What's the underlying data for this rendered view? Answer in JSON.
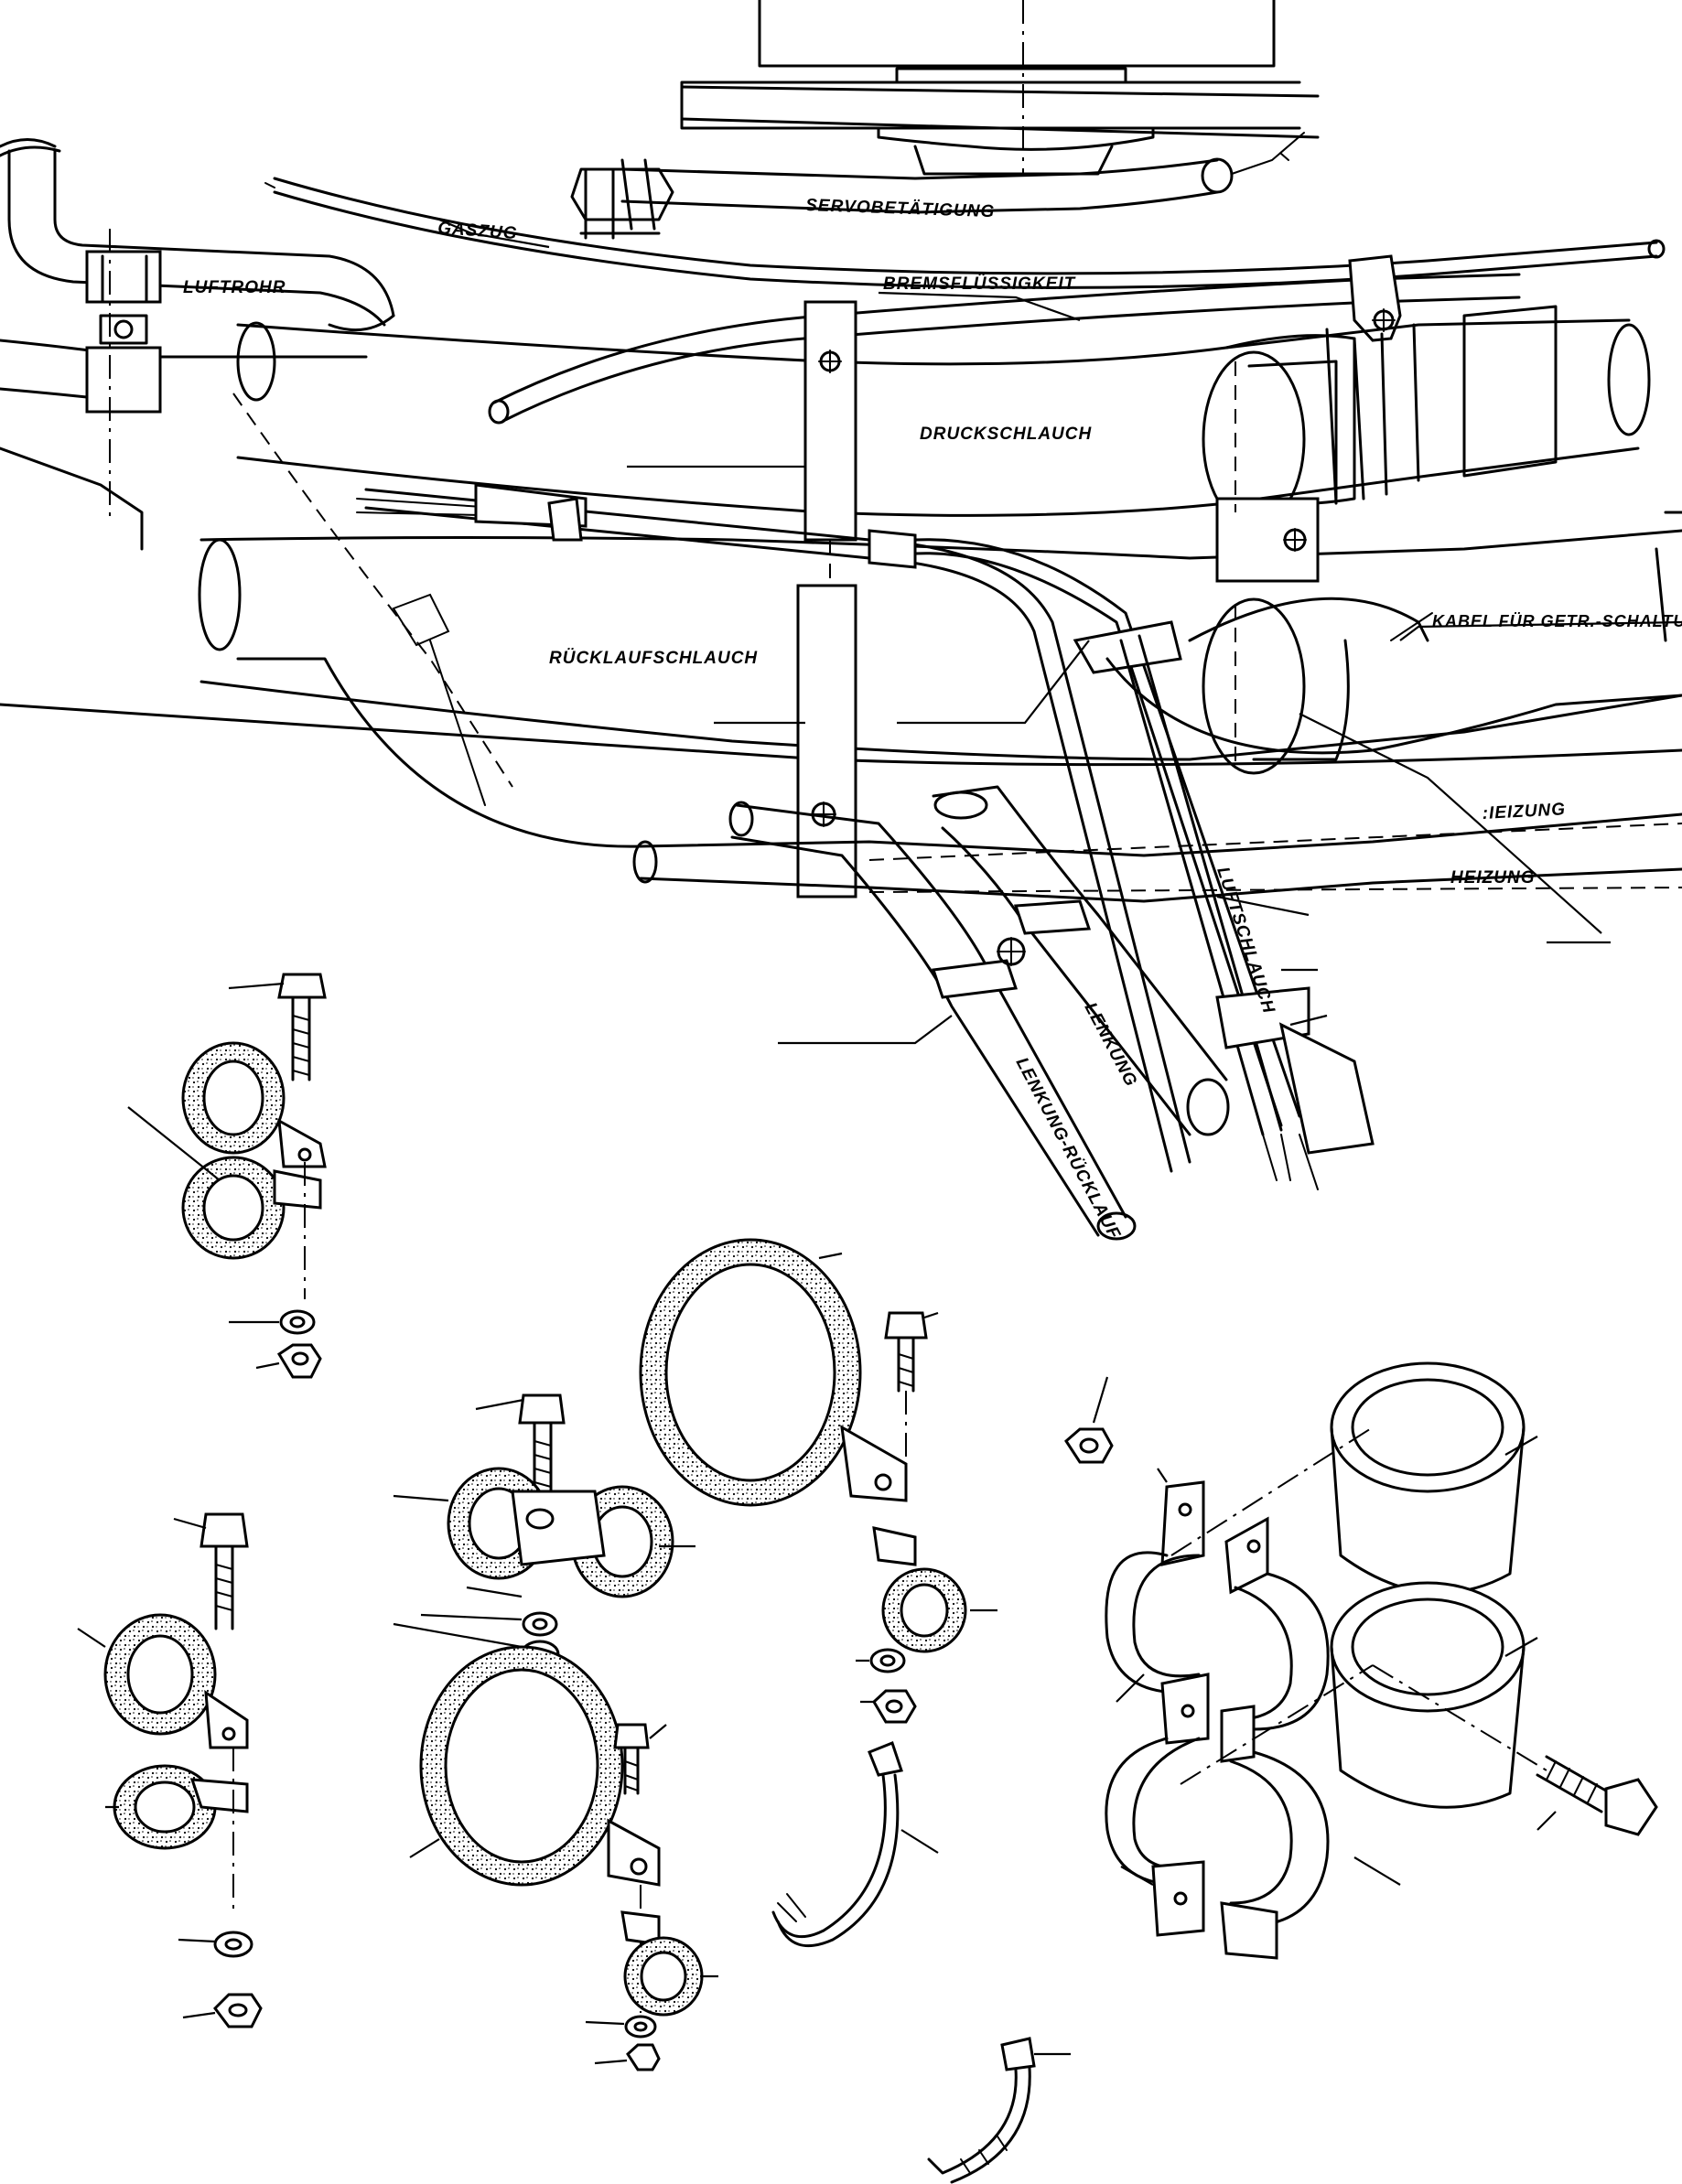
{
  "labels": {
    "gaszug": "GASZUG",
    "servobetaetigung": "SERVOBETÄTIGUNG",
    "luftrohr": "LUFTROHR",
    "bremsfluessigkeit": "BREMSFLÜSSIGKEIT",
    "druckschlauch": "DRUCKSCHLAUCH",
    "ruecklaufschlauch": "RÜCKLAUFSCHLAUCH",
    "kabel_getriebe": "KABEL FÜR GETR.-SCHALTUI",
    "heizung_1": ":IEIZUNG",
    "heizung_2": "HEIZUNG",
    "luftschlauch": "LUFTSCHLAUCH",
    "lenkung": "LENKUNG",
    "lenkung_ruecklauf": "LENKUNG-RÜCKLAUF"
  },
  "icons": [
    "bolt",
    "nut",
    "washer",
    "hose-clamp",
    "cable-tie",
    "bracket",
    "sleeve"
  ]
}
